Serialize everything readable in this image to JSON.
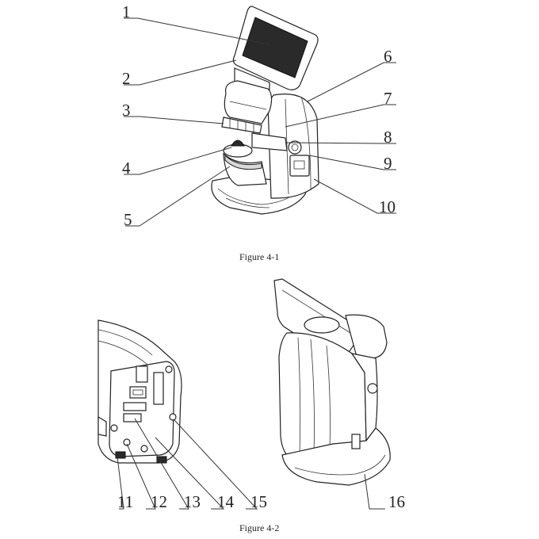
{
  "figure1": {
    "caption": "Figure 4-1",
    "callouts": [
      "1",
      "2",
      "3",
      "4",
      "5",
      "6",
      "7",
      "8",
      "9",
      "10"
    ]
  },
  "figure2": {
    "caption": "Figure 4-2",
    "callouts": [
      "11",
      "12",
      "13",
      "14",
      "15",
      "16"
    ]
  }
}
